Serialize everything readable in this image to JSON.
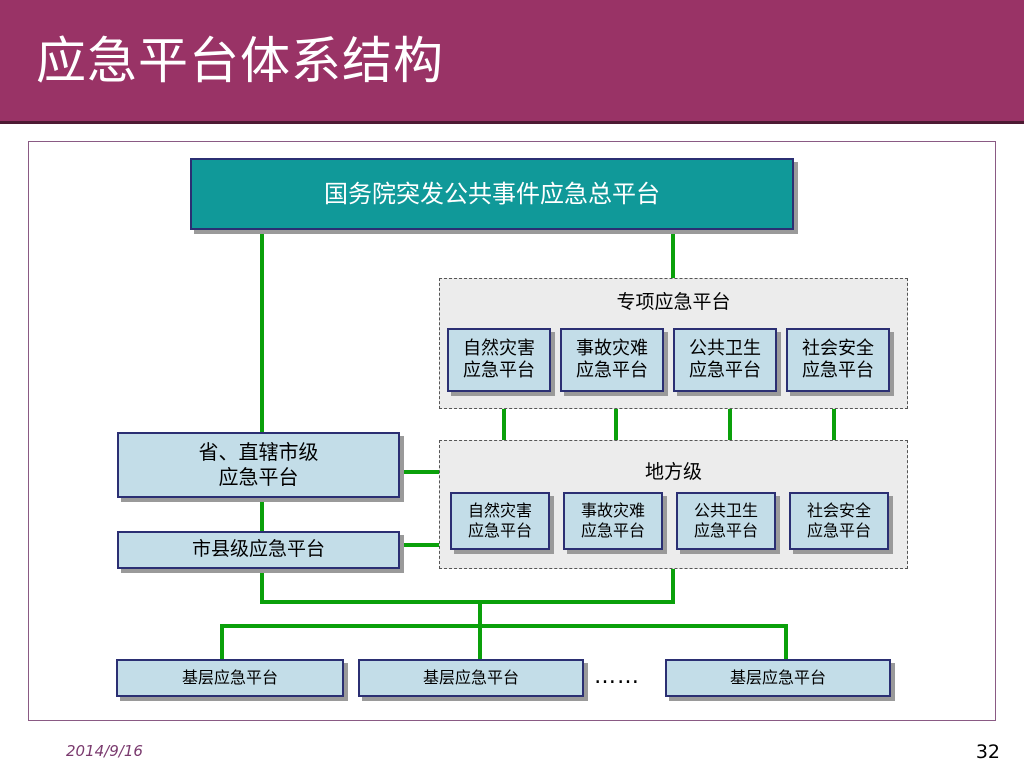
{
  "slide": {
    "title": "应急平台体系结构",
    "date": "2014/9/16",
    "page_number": "32"
  },
  "diagram": {
    "top_node": "国务院突发公共事件应急总平台",
    "special_group": {
      "label": "专项应急平台",
      "items": [
        "自然灾害\n应急平台",
        "事故灾难\n应急平台",
        "公共卫生\n应急平台",
        "社会安全\n应急平台"
      ]
    },
    "local_group": {
      "label": "地方级",
      "items": [
        "自然灾害\n应急平台",
        "事故灾难\n应急平台",
        "公共卫生\n应急平台",
        "社会安全\n应急平台"
      ]
    },
    "provincial_node": "省、直辖市级\n应急平台",
    "city_node": "市县级应急平台",
    "grassroots": [
      "基层应急平台",
      "基层应急平台",
      "基层应急平台"
    ],
    "ellipsis": "……"
  },
  "colors": {
    "header": "#993366",
    "connector": "#0aa00a",
    "node_fill": "#c3dde8",
    "top_fill": "#109999"
  }
}
